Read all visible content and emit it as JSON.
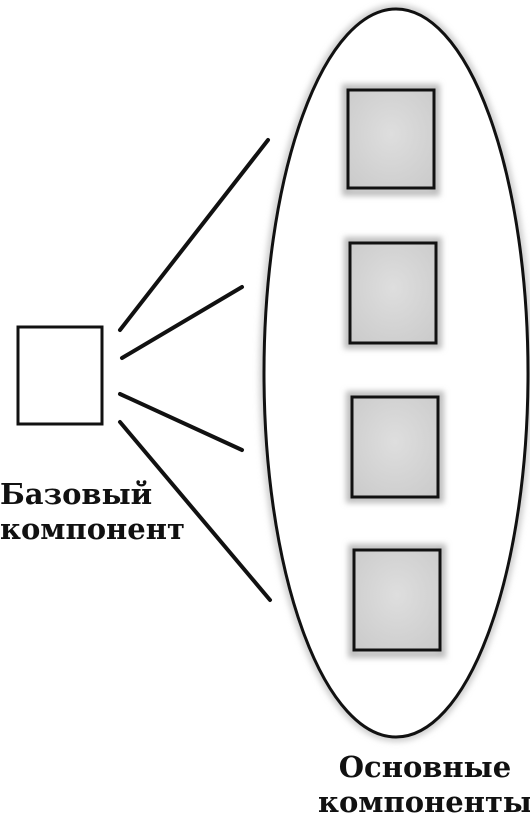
{
  "diagram": {
    "base_component": {
      "label_lines": [
        "Базовый",
        "компонент"
      ]
    },
    "main_components": {
      "label_lines": [
        "Основные",
        "компоненты"
      ],
      "count": 4
    },
    "colors": {
      "stroke": "#111111",
      "outline_glow": "#d8d8d8",
      "component_fill": "#d6d6d6",
      "base_fill": "#ffffff"
    }
  }
}
